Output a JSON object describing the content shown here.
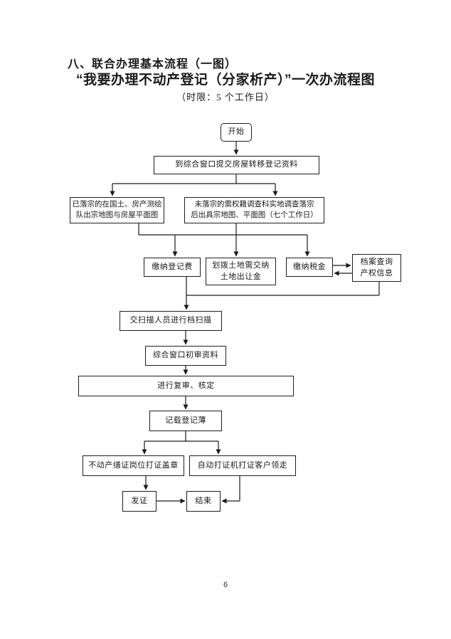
{
  "page": {
    "heading1": "八、联合办理基本流程（一图）",
    "heading2": "“我要办理不动产登记（分家析产）”一次办流程图",
    "heading3": "（时限：5 个工作日）",
    "page_number": "6"
  },
  "flowchart": {
    "nodes": {
      "start": {
        "label": "开始"
      },
      "submit": {
        "label": "到综合窗口提交房屋转移登记资料"
      },
      "surveyed": {
        "lines": [
          "已落宗的在国土、房产测绘",
          "队出宗地图与房屋平面图"
        ]
      },
      "unsurveyed": {
        "lines": [
          "未落宗的需权籍调查科实地调查落宗",
          "后出具宗地图、平面图（七个工作日）"
        ]
      },
      "pay_fee": {
        "label": "缴纳登记费"
      },
      "land_grant": {
        "lines": [
          "划拨土地需交纳",
          "土地出让金"
        ]
      },
      "pay_tax": {
        "label": "缴纳税金"
      },
      "archive_query": {
        "lines": [
          "档案查询",
          "产权信息"
        ]
      },
      "scan": {
        "label": "交扫描人员进行档扫描"
      },
      "initial_review": {
        "label": "综合窗口初审资料"
      },
      "final_review": {
        "label": "进行复审、核定"
      },
      "record": {
        "label": "记载登记薄"
      },
      "print_seal": {
        "label": "不动产缮证岗位打证盖章"
      },
      "auto_print": {
        "label": "自动打证机打证客户领走"
      },
      "issue": {
        "label": "发证"
      },
      "end": {
        "label": "结束"
      }
    },
    "edges": [
      {
        "from": "start",
        "to": "submit"
      },
      {
        "from": "submit",
        "to": "surveyed"
      },
      {
        "from": "submit",
        "to": "unsurveyed"
      },
      {
        "from": "surveyed",
        "to": "pay_fee"
      },
      {
        "from": "surveyed",
        "to": "land_grant"
      },
      {
        "from": "surveyed",
        "to": "pay_tax"
      },
      {
        "from": "unsurveyed",
        "to": "pay_fee"
      },
      {
        "from": "unsurveyed",
        "to": "land_grant"
      },
      {
        "from": "unsurveyed",
        "to": "pay_tax"
      },
      {
        "from": "pay_tax",
        "to": "archive_query",
        "bidirectional": true
      },
      {
        "from": "pay_fee",
        "to": "scan"
      },
      {
        "from": "archive_query",
        "to": "scan"
      },
      {
        "from": "scan",
        "to": "initial_review"
      },
      {
        "from": "initial_review",
        "to": "final_review"
      },
      {
        "from": "final_review",
        "to": "record"
      },
      {
        "from": "record",
        "to": "print_seal"
      },
      {
        "from": "record",
        "to": "auto_print"
      },
      {
        "from": "print_seal",
        "to": "issue"
      },
      {
        "from": "issue",
        "to": "end"
      },
      {
        "from": "auto_print",
        "to": "end"
      }
    ],
    "line_color": "#1a1a1a"
  }
}
